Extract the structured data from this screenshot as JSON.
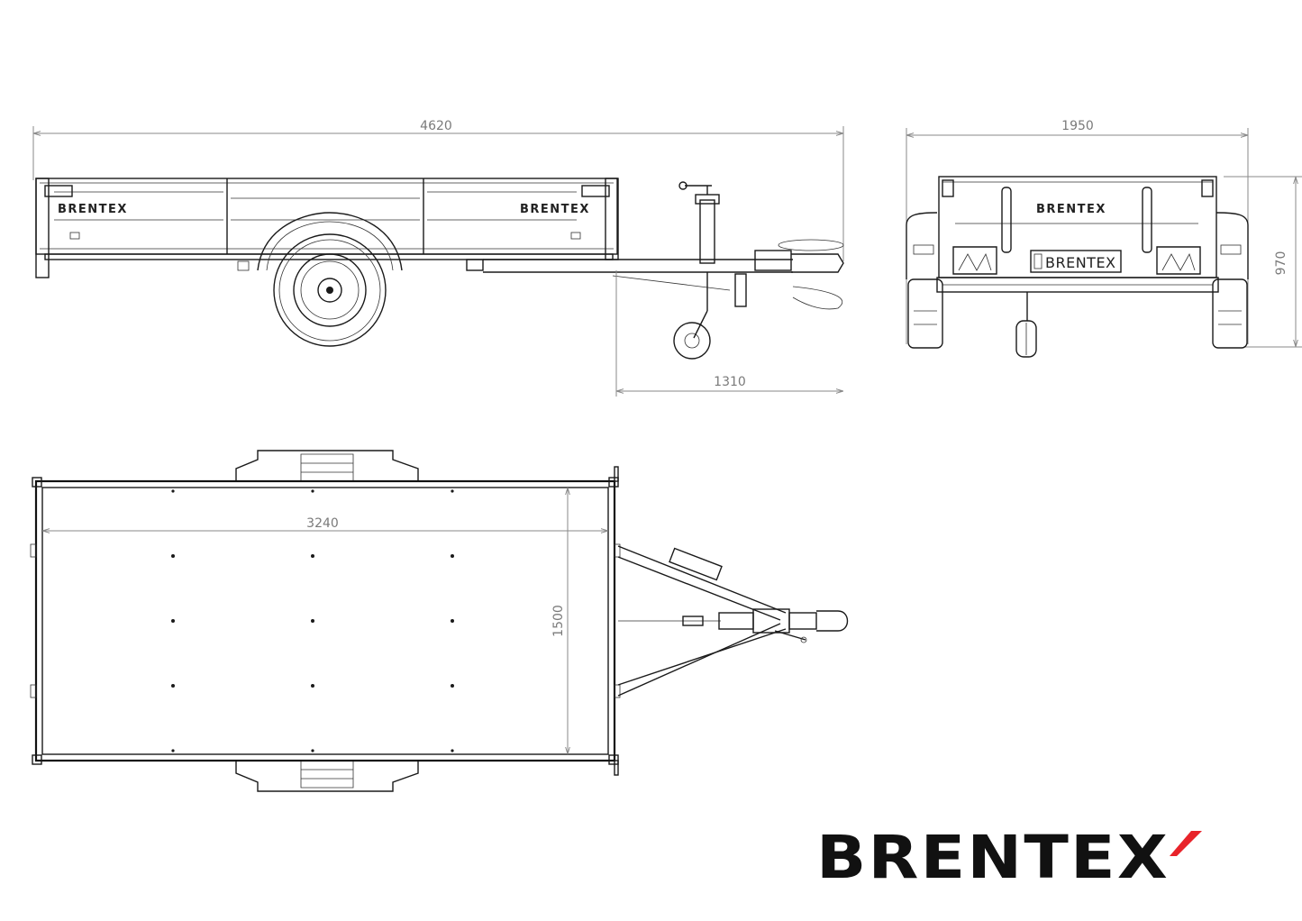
{
  "drawing": {
    "dimensions": {
      "side_length": "4620",
      "drawbar_length": "1310",
      "rear_width": "1950",
      "rear_height": "970",
      "deck_length": "3240",
      "deck_width": "1500"
    },
    "side_view": {
      "board_logo_left": "BRENTEX",
      "board_logo_right": "BRENTEX"
    },
    "rear_view": {
      "board_logo": "BRENTEX",
      "plate_text": "BRENTEX"
    }
  },
  "brand": {
    "logo_text": "BRENTEX",
    "logo_accent_color": "#e8232a",
    "logo_color": "#111111"
  }
}
